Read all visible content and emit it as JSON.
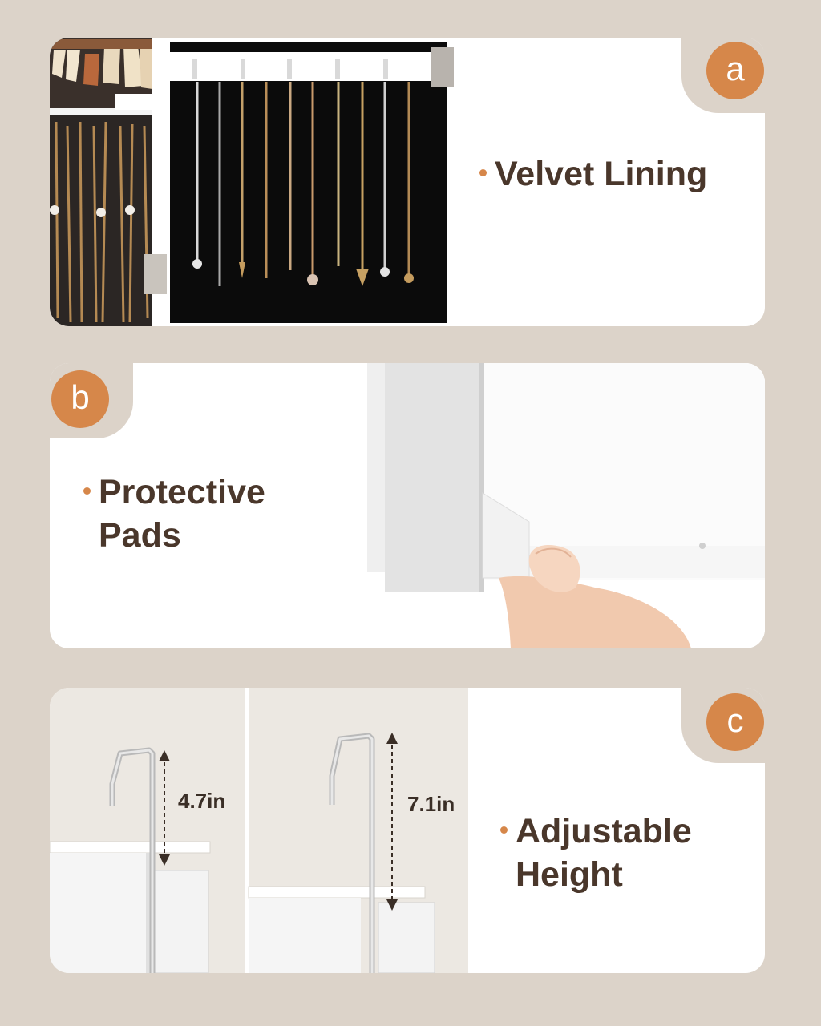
{
  "panels": [
    {
      "badge": "a",
      "feature_line1": "Velvet Lining",
      "feature_line2": ""
    },
    {
      "badge": "b",
      "feature_line1": "Protective",
      "feature_line2": "Pads"
    },
    {
      "badge": "c",
      "feature_line1": "Adjustable",
      "feature_line2": "Height"
    }
  ],
  "measurements": {
    "short_hook": "4.7in",
    "long_hook": "7.1in"
  },
  "colors": {
    "background": "#dcd3c9",
    "accent": "#d6874a",
    "text": "#4a372b",
    "card": "#ffffff"
  }
}
